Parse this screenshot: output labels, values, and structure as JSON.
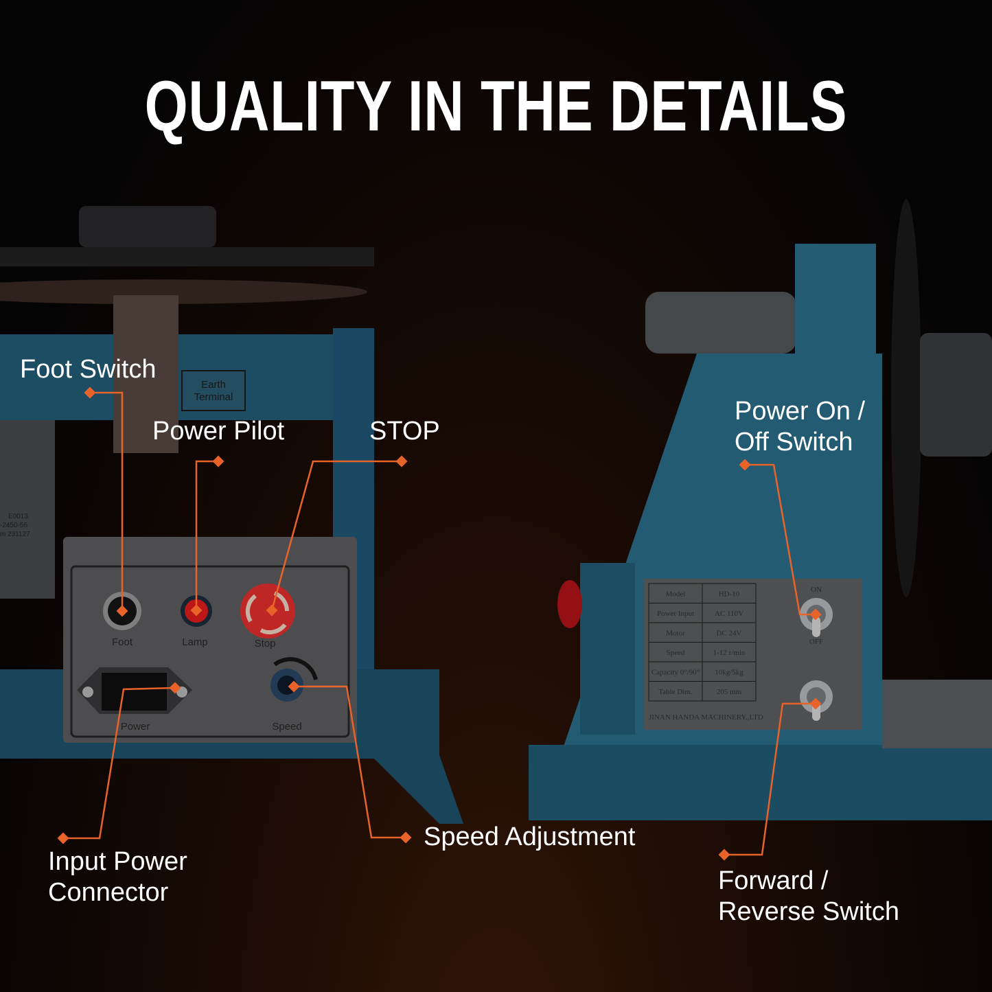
{
  "title": "QUALITY IN THE DETAILS",
  "colors": {
    "accent": "#e8632a",
    "machine": "#2c6f8c",
    "panel": "#5f5f62"
  },
  "callouts": {
    "foot_switch": "Foot Switch",
    "power_pilot": "Power Pilot",
    "stop": "STOP",
    "input_power_line1": "Input Power",
    "input_power_line2": "Connector",
    "speed_adjustment": "Speed Adjustment",
    "power_on_off_line1": "Power On /",
    "power_on_off_line2": "Off Switch",
    "forward_reverse_line1": "Forward /",
    "forward_reverse_line2": "Reverse Switch"
  },
  "control_panel": {
    "foot": "Foot",
    "lamp": "Lamp",
    "stop": "Stop",
    "power": "Power",
    "speed": "Speed",
    "earth_terminal_line1": "Earth",
    "earth_terminal_line2": "Terminal",
    "motor_label": [
      "E0013",
      "-2450-56",
      "m  231127"
    ]
  },
  "nameplate": {
    "rows": [
      {
        "key": "Model",
        "value": "HD-10"
      },
      {
        "key": "Power Input",
        "value": "AC 110V"
      },
      {
        "key": "Motor",
        "value": "DC 24V"
      },
      {
        "key": "Speed",
        "value": "1-12 r/min"
      },
      {
        "key": "Capacity 0°/90°",
        "value": "10kg/5kg"
      },
      {
        "key": "Table Dim.",
        "value": "205 mm"
      }
    ],
    "maker": "JINAN HANDA MACHINERY.,LTD",
    "switch_on": "ON",
    "switch_off": "OFF"
  }
}
